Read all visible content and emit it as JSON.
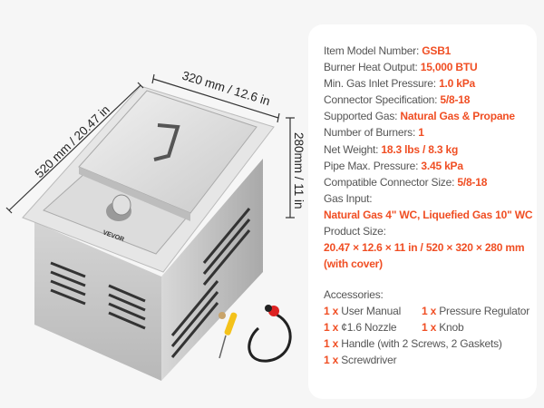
{
  "dimensions": {
    "length": "520 mm / 20.47 in",
    "width": "320 mm / 12.6 in",
    "height": "280mm / 11 in"
  },
  "brand": "VEVOR",
  "specs": [
    {
      "label": "Item Model Number: ",
      "value": "GSB1"
    },
    {
      "label": "Burner Heat Output: ",
      "value": "15,000 BTU"
    },
    {
      "label": "Min. Gas Inlet Pressure: ",
      "value": "1.0 kPa"
    },
    {
      "label": "Connector Specification: ",
      "value": "5/8-18"
    },
    {
      "label": "Supported Gas: ",
      "value": "Natural Gas & Propane"
    },
    {
      "label": "Number of Burners: ",
      "value": "1"
    },
    {
      "label": "Net Weight: ",
      "value": "18.3 lbs / 8.3 kg"
    },
    {
      "label": "Pipe Max. Pressure: ",
      "value": "3.45 kPa"
    },
    {
      "label": "Compatible Connector Size: ",
      "value": "5/8-18"
    }
  ],
  "gas_input": {
    "label": "Gas Input:",
    "value": "Natural Gas 4\" WC, Liquefied Gas 10\" WC"
  },
  "product_size": {
    "label": "Product Size:",
    "value": "20.47 × 12.6 × 11 in / 520 × 320 × 280 mm",
    "note": "(with cover)"
  },
  "accessories": {
    "label": "Accessories:",
    "items": [
      {
        "qty": "1 x",
        "name": "User Manual"
      },
      {
        "qty": "1 x",
        "name": "Pressure Regulator"
      },
      {
        "qty": "1 x",
        "name": "¢1.6 Nozzle"
      },
      {
        "qty": "1 x",
        "name": "Knob"
      },
      {
        "qty": "1 x",
        "name": "Handle (with 2 Screws, 2 Gaskets)"
      },
      {
        "qty": "1 x",
        "name": "Screwdriver"
      }
    ]
  },
  "colors": {
    "accent": "#f04e23",
    "text": "#555555",
    "background": "#f6f6f6"
  }
}
